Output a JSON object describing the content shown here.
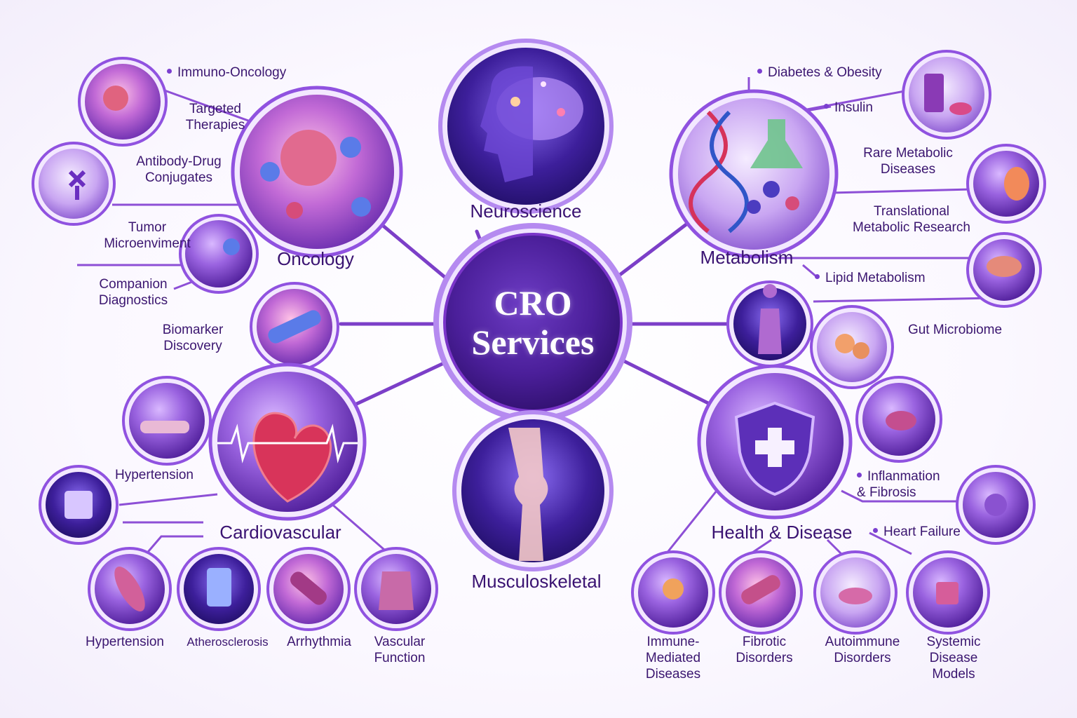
{
  "center": {
    "title": "CRO\nServices"
  },
  "colors": {
    "ring": "#7a35c9",
    "ring_light": "#b58af0",
    "connector": "#7c3fc8",
    "hub_fill": "#4b1f9a",
    "text": "#3b1670"
  },
  "neuroscience": {
    "label": "Neuroscience"
  },
  "oncology": {
    "label": "Oncology",
    "items": {
      "immuno_oncology": "Immuno-Oncology",
      "targeted_therapies": "Targeted\nTherapies",
      "antibody_drug": "Antibody-Drug\nConjugates",
      "tumor_micro": "Tumor\nMicroenviment",
      "companion_dx": "Companion\nDiagnostics",
      "biomarker": "Biomarker\nDiscovery"
    }
  },
  "metabolism": {
    "label": "Metabolism",
    "items": {
      "diabetes": "Diabetes & Obesity",
      "insulin": "Insulin",
      "rare": "Rare Metabolic\nDiseases",
      "translational": "Translational\nMetabolic Research",
      "lipid": "Lipid Metabolism"
    }
  },
  "health_disease": {
    "label": "Health & Disease",
    "items": {
      "gut": "Gut Microbiome",
      "inflammation": "Inflanmation\n& Fibrosis",
      "heart_failure": "Heart Failure",
      "immune_mediated": "Immune-\nMediated\nDiseases",
      "fibrotic": "Fibrotic\nDisorders",
      "autoimmune": "Autoimmune\nDisorders",
      "systemic": "Systemic\nDisease\nModels"
    }
  },
  "cardiovascular": {
    "label": "Cardiovascular",
    "items": {
      "hypertension_side": "Hypertension",
      "hypertension": "Hypertension",
      "atherosclerosis": "Atherosclerosis",
      "arrhythmia": "Arrhythmia",
      "vascular": "Vascular\nFunction"
    }
  },
  "musculoskeletal": {
    "label": "Musculoskeletal"
  }
}
